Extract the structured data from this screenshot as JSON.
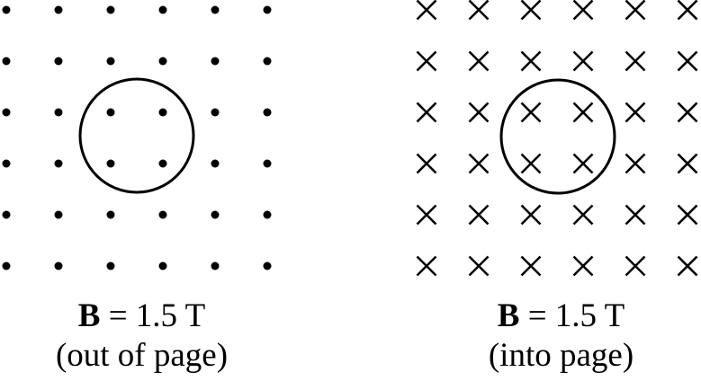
{
  "panels": [
    {
      "field_direction": "out-of-page",
      "marker": "dot",
      "field_symbol": "B",
      "field_value": "= 1.5 T",
      "direction_label": "(out of page)"
    },
    {
      "field_direction": "into-page",
      "marker": "cross",
      "field_symbol": "B",
      "field_value": "= 1.5 T",
      "direction_label": "(into page)"
    }
  ],
  "grid": {
    "rows": 6,
    "cols": 6
  },
  "loop": "circle"
}
